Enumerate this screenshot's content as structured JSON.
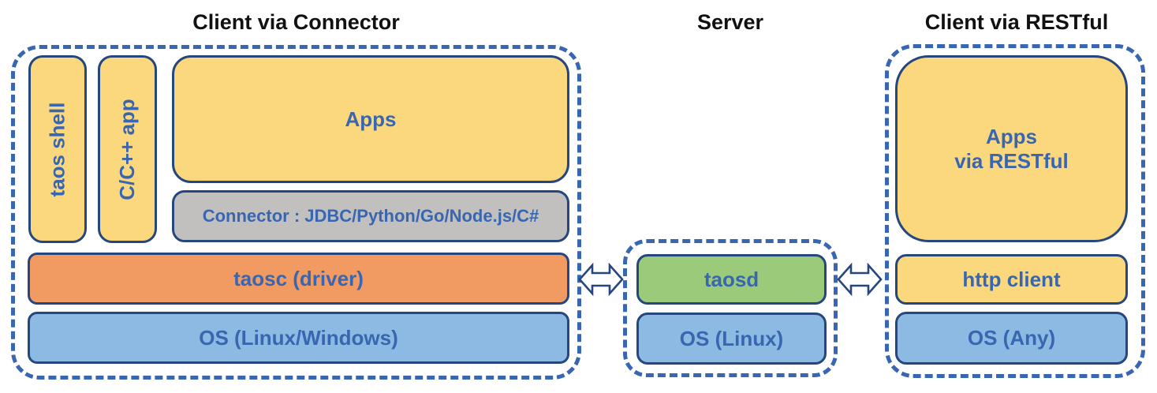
{
  "titles": {
    "client_connector": "Client via Connector",
    "server": "Server",
    "client_restful": "Client via RESTful"
  },
  "client_connector": {
    "taos_shell": "taos shell",
    "c_cpp_app": "C/C++ app",
    "apps": "Apps",
    "connector": "Connector : JDBC/Python/Go/Node.js/C#",
    "taosc_driver": "taosc (driver)",
    "os": "OS (Linux/Windows)"
  },
  "server": {
    "taosd": "taosd",
    "os": "OS (Linux)"
  },
  "client_restful": {
    "apps_line1": "Apps",
    "apps_line2": "via RESTful",
    "http_client": "http client",
    "os": "OS (Any)"
  },
  "icons": {
    "client_server_link": "double-arrow-icon",
    "server_restful_link": "double-arrow-icon"
  },
  "colors": {
    "yellow_box": "#FBD87E",
    "orange_box": "#F19A62",
    "green_box": "#9BCA7A",
    "blue_box": "#8CBAE2",
    "gray_box": "#C1C0BF",
    "box_border": "#25477E",
    "dashed_border": "#3866B0",
    "label_text": "#3866B0",
    "title_text": "#111111"
  }
}
